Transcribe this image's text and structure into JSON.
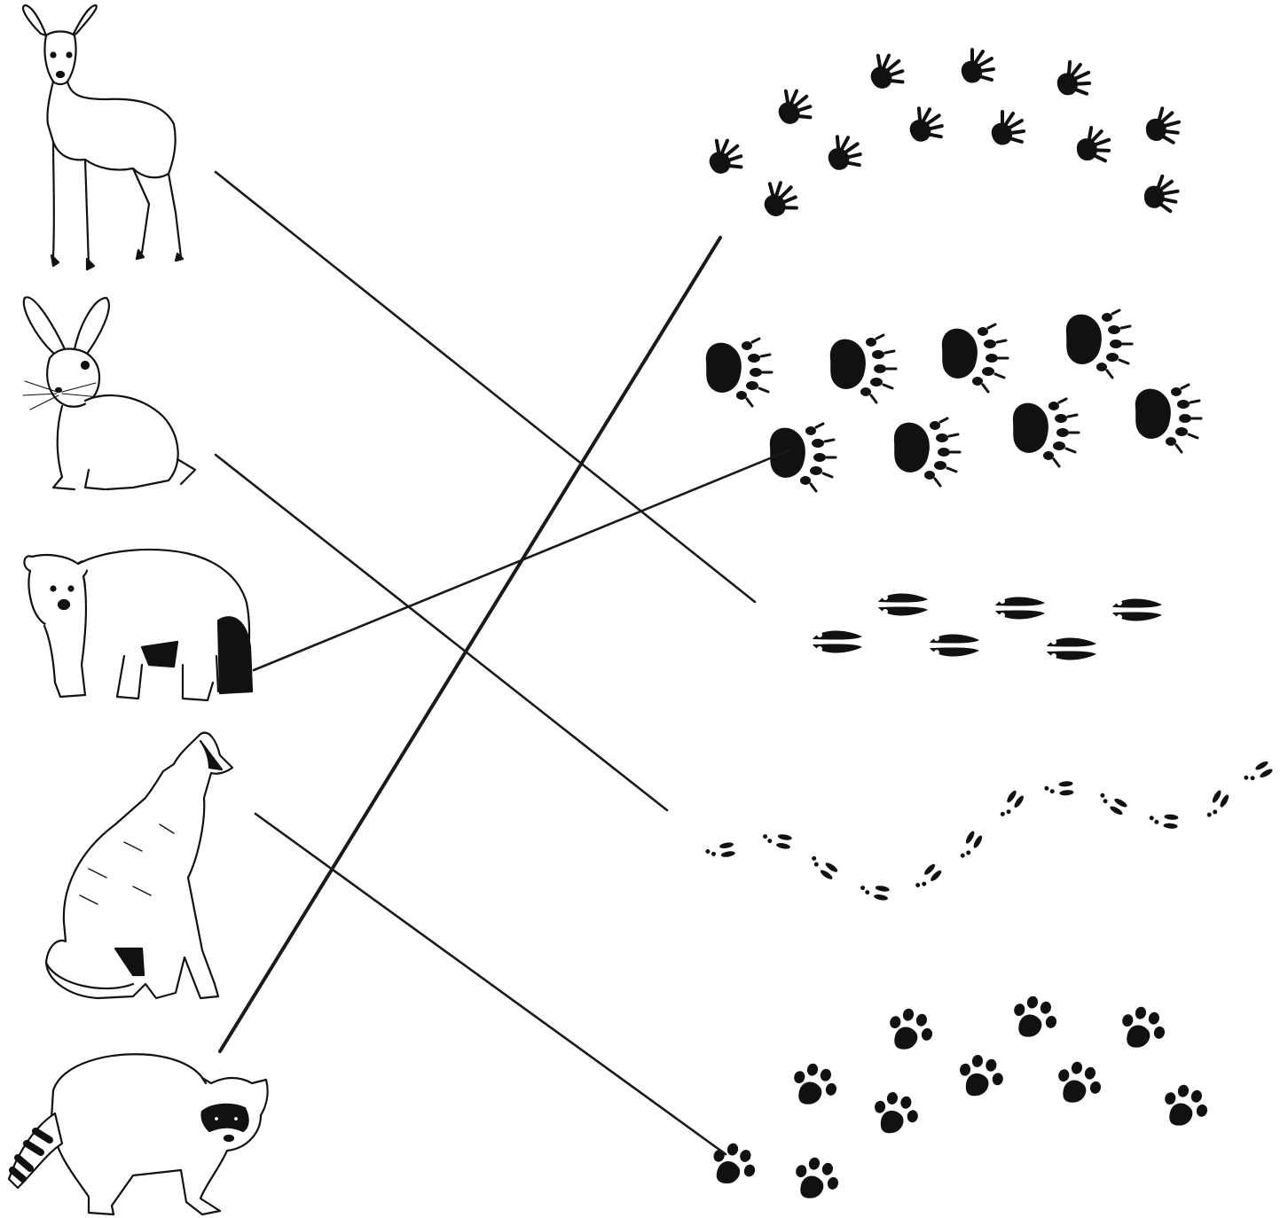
{
  "worksheet": {
    "kind": "match animals to their tracks",
    "animals": [
      {
        "id": "deer",
        "icon": "deer-icon"
      },
      {
        "id": "rabbit",
        "icon": "rabbit-icon"
      },
      {
        "id": "bear",
        "icon": "bear-icon"
      },
      {
        "id": "wolf",
        "icon": "wolf-icon"
      },
      {
        "id": "raccoon",
        "icon": "raccoon-icon"
      }
    ],
    "tracks": [
      {
        "id": "raccoon-tracks",
        "icon": "hand-shaped-track-icon"
      },
      {
        "id": "bear-tracks",
        "icon": "large-paw-track-icon"
      },
      {
        "id": "deer-tracks",
        "icon": "hoof-track-icon"
      },
      {
        "id": "rabbit-tracks",
        "icon": "small-hop-track-icon"
      },
      {
        "id": "wolf-tracks",
        "icon": "canine-paw-track-icon"
      }
    ],
    "matches": [
      {
        "animal": "deer",
        "track": "deer-tracks"
      },
      {
        "animal": "rabbit",
        "track": "rabbit-tracks"
      },
      {
        "animal": "bear",
        "track": "bear-tracks"
      },
      {
        "animal": "wolf",
        "track": "wolf-tracks"
      },
      {
        "animal": "raccoon",
        "track": "raccoon-tracks"
      }
    ],
    "colors": {
      "ink": "#111111",
      "fill": "#ffffff",
      "line": "#1a1a1a"
    }
  }
}
